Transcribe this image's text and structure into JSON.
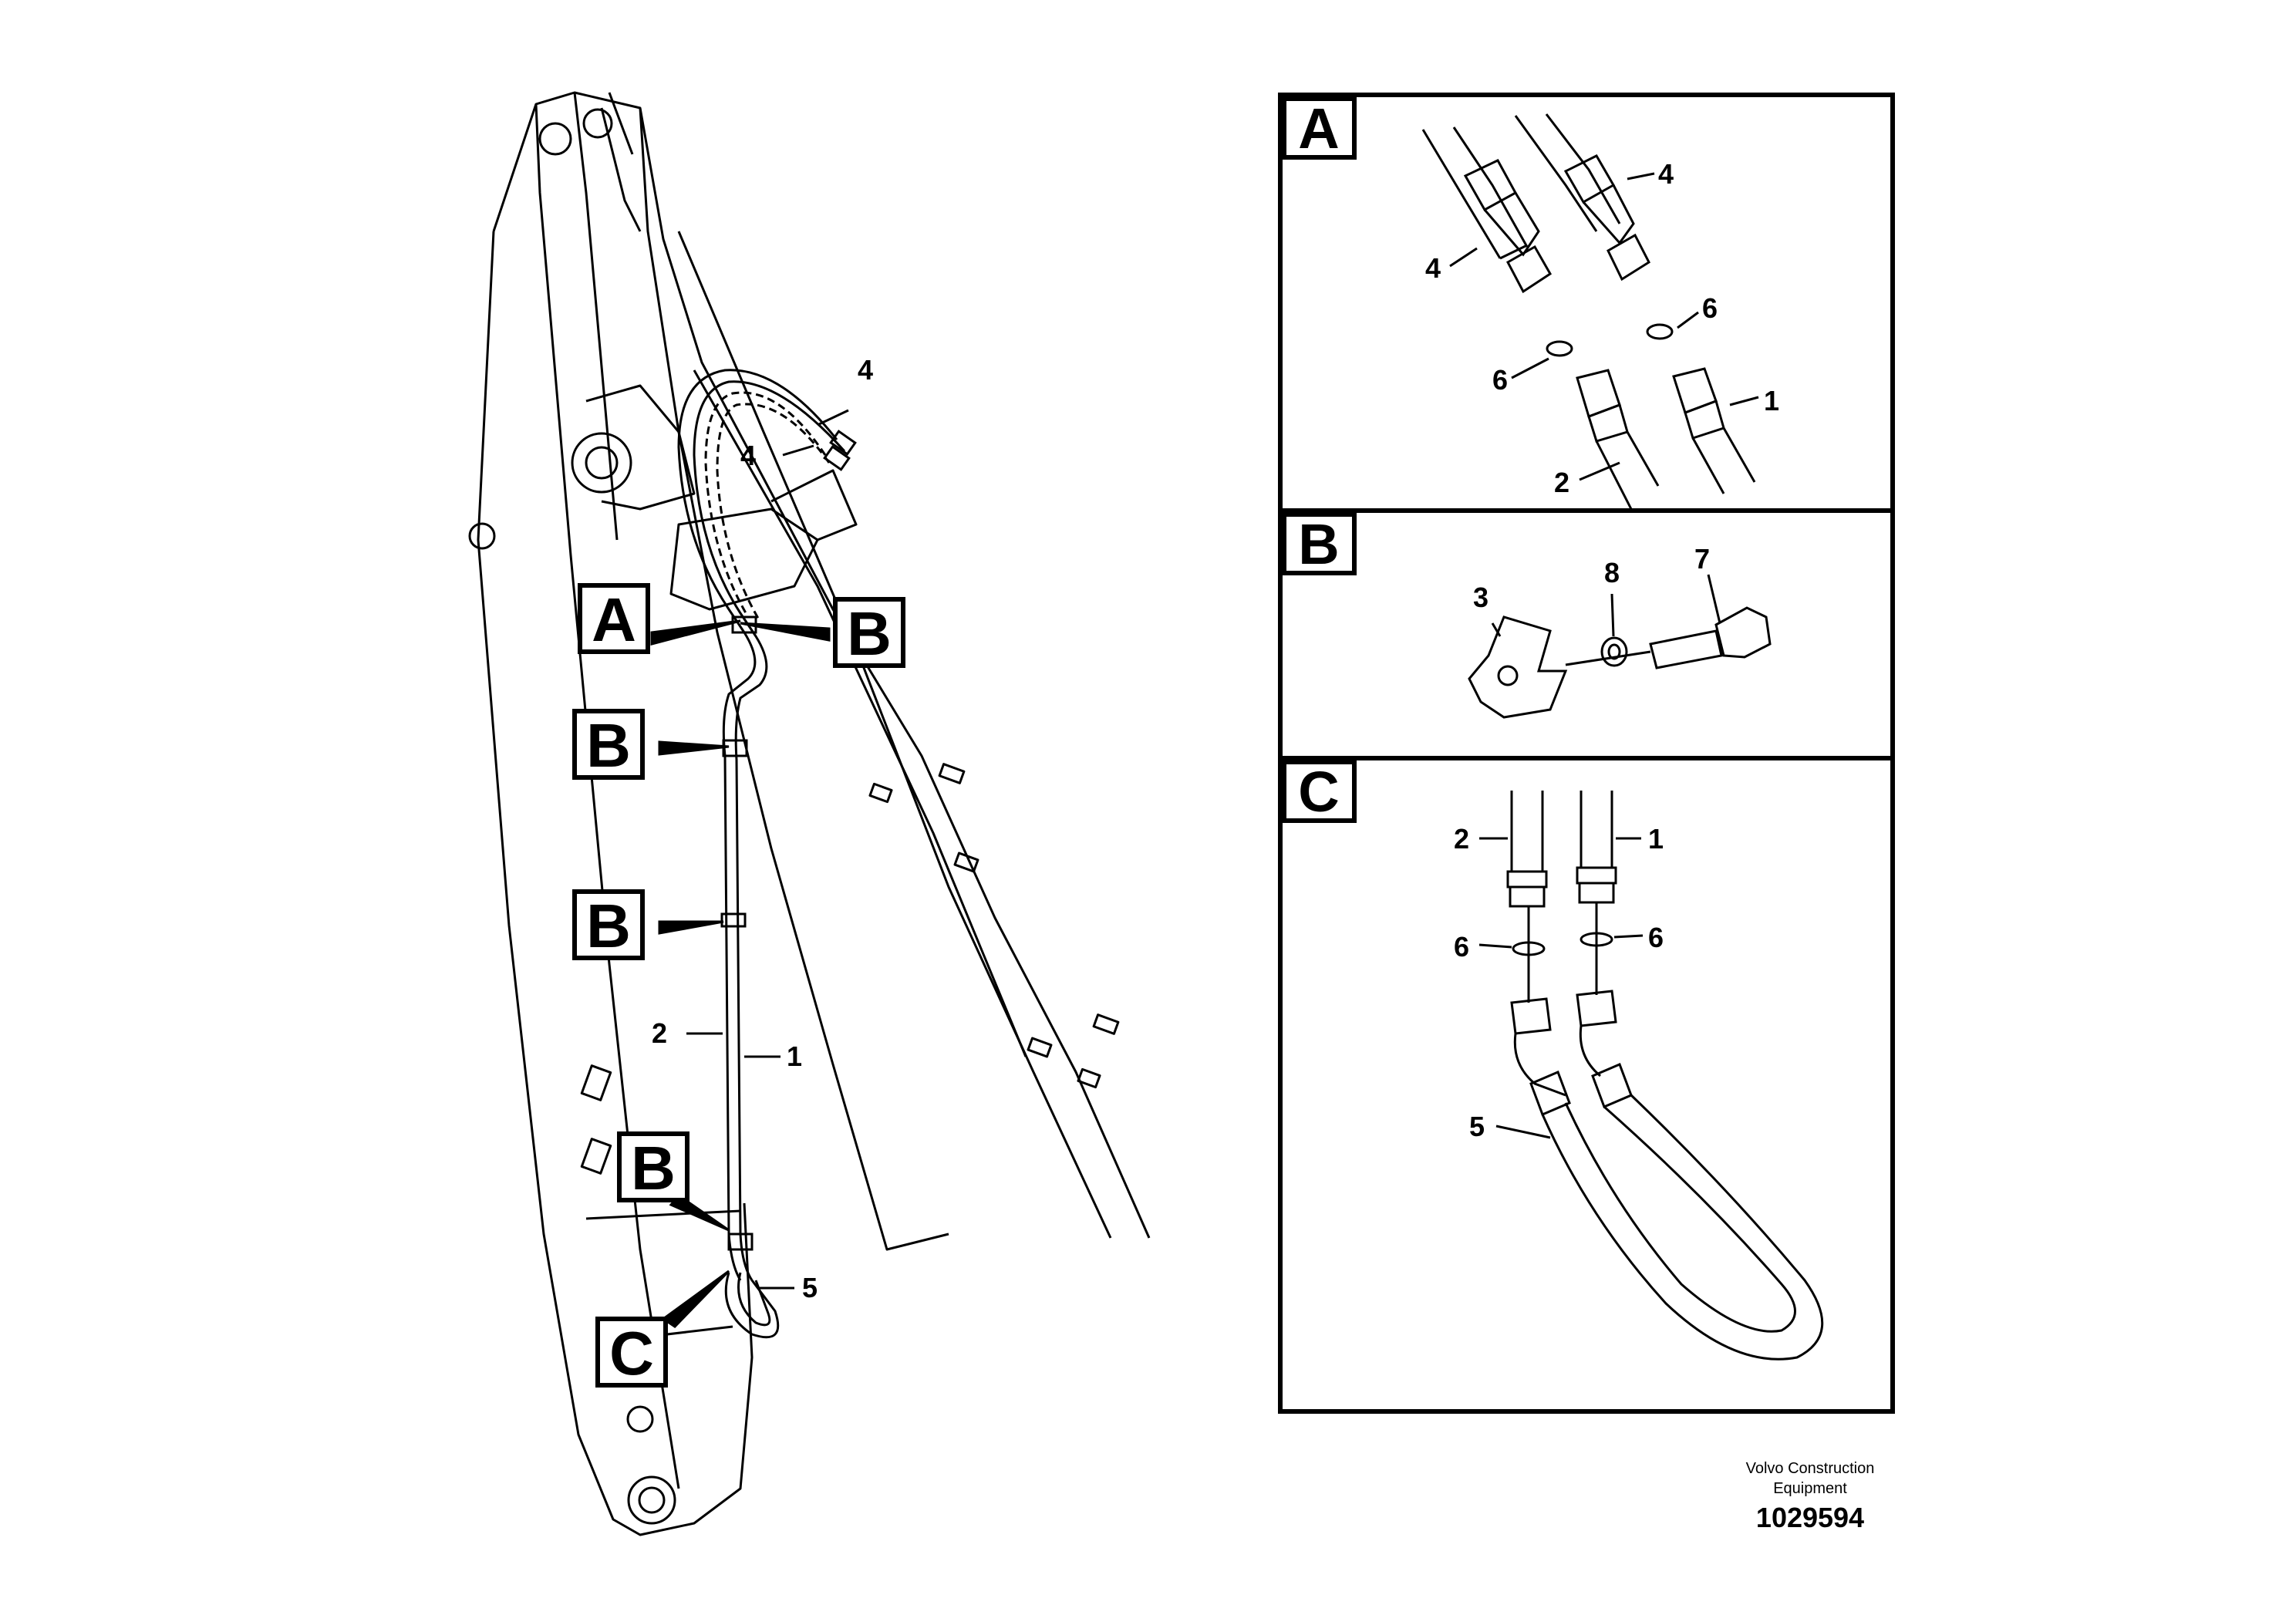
{
  "callouts": {
    "a": "A",
    "b1": "B",
    "b2": "B",
    "b3": "B",
    "b4": "B",
    "c": "C"
  },
  "main_labels": {
    "hose_4_upper": "4",
    "hose_4_lower": "4",
    "hose_2": "2",
    "hose_1": "1",
    "hose_5": "5"
  },
  "panels": {
    "a": {
      "tag": "A",
      "labels": [
        "4",
        "4",
        "6",
        "6",
        "1",
        "2"
      ]
    },
    "b": {
      "tag": "B",
      "labels": [
        "3",
        "8",
        "7"
      ]
    },
    "c": {
      "tag": "C",
      "labels": [
        "2",
        "1",
        "6",
        "6",
        "5"
      ]
    }
  },
  "footer": {
    "maker_line1": "Volvo Construction",
    "maker_line2": "Equipment",
    "doc_number": "1029594"
  }
}
